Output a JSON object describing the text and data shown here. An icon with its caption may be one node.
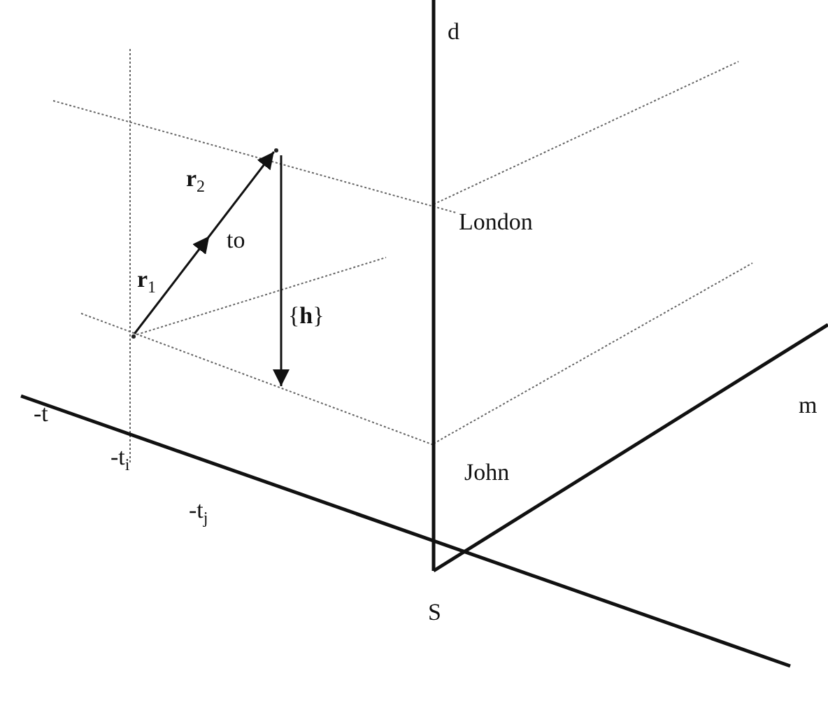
{
  "diagram": {
    "nodes": [
      {
        "text": [],
        "shape": "dot"
      },
      {
        "text": [],
        "shape": "dot"
      }
    ],
    "edges": [
      {
        "from": 0,
        "to": 1,
        "arrow": "to"
      },
      {
        "from": 1,
        "to": null,
        "arrow": "to"
      }
    ],
    "labels": [
      "d",
      "London",
      "**r**$_{2}$",
      "to",
      "**r**$_{1}$",
      "{**h**}",
      "m",
      "-t",
      "John",
      "-t$_{i}$",
      "-t$_{j}$",
      "S"
    ]
  }
}
